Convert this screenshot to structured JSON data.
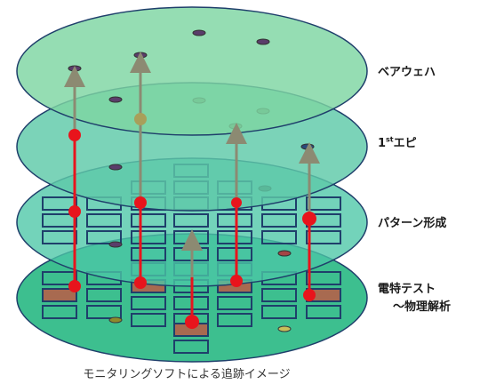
{
  "layers": [
    {
      "label": "ベアウェハ"
    },
    {
      "label_main": "1",
      "label_sup": "st",
      "label_rest": "エピ"
    },
    {
      "label": "パターン形成"
    },
    {
      "label_line1": "電特テスト",
      "label_line2": "～物理解析"
    }
  ],
  "caption": "モニタリングソフトによる追跡イメージ",
  "colors": {
    "layer_top": "#7ed6a2",
    "layer_2": "#5ec9a8",
    "layer_3": "#4cc6a6",
    "layer_bottom": "#3dbf8f",
    "outline": "#1f3f6b",
    "defect_red": "#e8141c",
    "arrow": "#8c8a72"
  }
}
